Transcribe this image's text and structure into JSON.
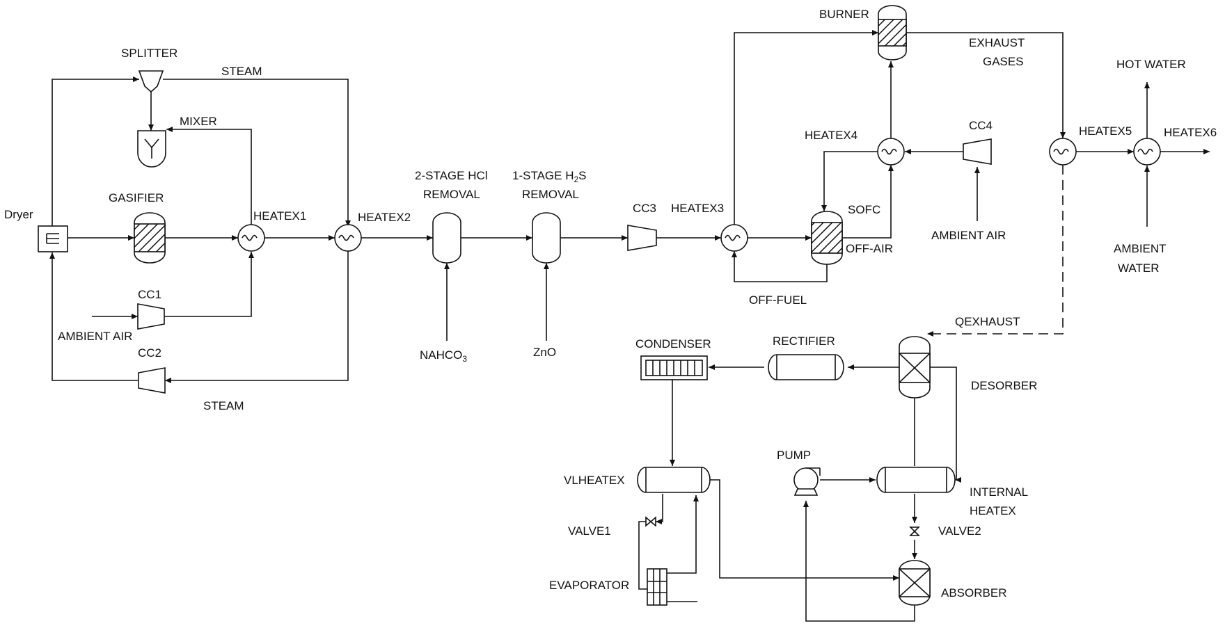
{
  "labels": {
    "splitter": "SPLITTER",
    "steam_top": "STEAM",
    "mixer": "MIXER",
    "gasifier": "GASIFIER",
    "heatex1": "HEATEX1",
    "heatex2": "HEATEX2",
    "dryer": "Dryer",
    "cc1": "CC1",
    "ambient_air_left": "AMBIENT AIR",
    "cc2": "CC2",
    "steam_bottom": "STEAM",
    "hcl_line1": "2-STAGE HCl",
    "hcl_line2": "REMOVAL",
    "h2s_line1_a": "1-STAGE H",
    "h2s_line1_sub": "2",
    "h2s_line1_b": "S",
    "h2s_line2": "REMOVAL",
    "nahco3_a": "NAHCO",
    "nahco3_sub": "3",
    "zno": "ZnO",
    "cc3": "CC3",
    "heatex3": "HEATEX3",
    "burner": "BURNER",
    "exhaust_line1": "EXHAUST",
    "exhaust_line2": "GASES",
    "heatex4": "HEATEX4",
    "cc4": "CC4",
    "sofc": "SOFC",
    "off_air": "OFF-AIR",
    "off_fuel": "OFF-FUEL",
    "ambient_air_right": "AMBIENT AIR",
    "hot_water": "HOT WATER",
    "heatex5": "HEATEX5",
    "heatex6": "HEATEX6",
    "ambient_water_line1": "AMBIENT",
    "ambient_water_line2": "WATER",
    "qexhaust": "QEXHAUST",
    "condenser": "CONDENSER",
    "rectifier": "RECTIFIER",
    "desorber": "DESORBER",
    "vlheatex": "VLHEATEX",
    "pump": "PUMP",
    "internal_line1": "INTERNAL",
    "internal_line2": "HEATEX",
    "valve1": "VALVE1",
    "valve2": "VALVE2",
    "evaporator": "EVAPORATOR",
    "absorber": "ABSORBER"
  }
}
